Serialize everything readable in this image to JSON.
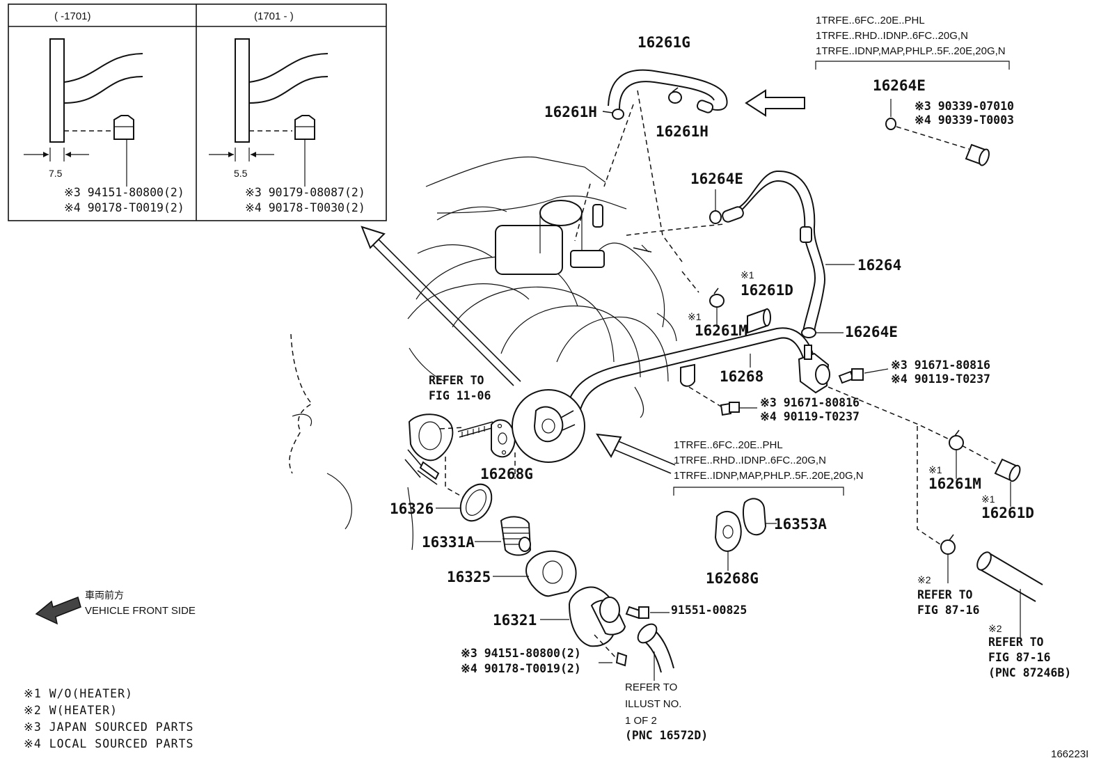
{
  "inset": {
    "left_header": "(      -1701)",
    "right_header": "(1701  -      )",
    "left_dim": "7.5",
    "right_dim": "5.5",
    "left_parts": [
      "※3 94151-80800(2)",
      "※4 90178-T0019(2)"
    ],
    "right_parts": [
      "※3 90179-08087(2)",
      "※4 90178-T0030(2)"
    ]
  },
  "model_groups": {
    "top": [
      "1TRFE..6FC..20E..PHL",
      "1TRFE..RHD..IDNP..6FC..20G,N",
      "1TRFE..IDNP,MAP,PHLP..5F..20E,20G,N"
    ],
    "middle": [
      "1TRFE..6FC..20E..PHL",
      "1TRFE..RHD..IDNP..6FC..20G,N",
      "1TRFE..IDNP,MAP,PHLP..5F..20E,20G,N"
    ]
  },
  "parts": {
    "p16261G": "16261G",
    "p16261H_a": "16261H",
    "p16261H_b": "16261H",
    "p16264E_top": "16264E",
    "p16264E_left": "16264E",
    "p16264E_lower": "16264E",
    "p16264": "16264",
    "p16261D_a": "16261D",
    "p16261D_b": "16261D",
    "p16261M_a": "16261M",
    "p16261M_b": "16261M",
    "p16268": "16268",
    "p16268G_a": "16268G",
    "p16268G_b": "16268G",
    "p16326": "16326",
    "p16331A": "16331A",
    "p16325": "16325",
    "p16321": "16321",
    "p16353A": "16353A",
    "bolt_91551": "91551-00825",
    "mark1": "※1",
    "mark2": "※2"
  },
  "part_numbers": {
    "clamp_top": [
      "※3 90339-07010",
      "※4 90339-T0003"
    ],
    "bolt_right": [
      "※3  91671-80816",
      "※4  90119-T0237"
    ],
    "bolt_mid": [
      "※3  91671-80816",
      "※4  90119-T0237"
    ],
    "housing_nut": [
      "※3 94151-80800(2)",
      "※4 90178-T0019(2)"
    ]
  },
  "refs": {
    "fig_11_06": [
      "REFER TO",
      "FIG 11-06"
    ],
    "fig_87_16_a": [
      "REFER TO",
      "FIG 87-16"
    ],
    "fig_87_16_b": [
      "REFER TO",
      "FIG 87-16",
      "(PNC 87246B)"
    ],
    "illust": [
      "REFER TO",
      "ILLUST NO.",
      "1 OF 2",
      "(PNC 16572D)"
    ]
  },
  "direction": {
    "jp": "車両前方",
    "en": "VEHICLE FRONT SIDE"
  },
  "legend": [
    "※1 W/O(HEATER)",
    "※2 W(HEATER)",
    "※3 JAPAN SOURCED PARTS",
    "※4 LOCAL SOURCED PARTS"
  ],
  "illustration_id": "166223I"
}
